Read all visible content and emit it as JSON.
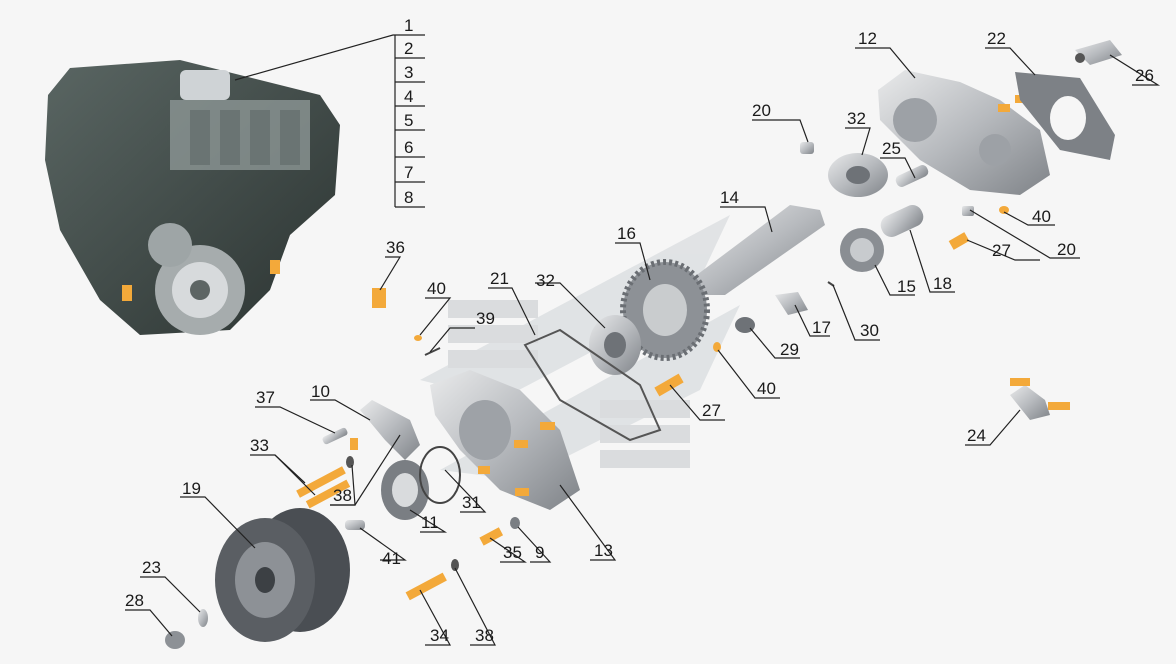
{
  "diagram": {
    "callouts": [
      {
        "id": "c1",
        "text": "1"
      },
      {
        "id": "c2",
        "text": "2"
      },
      {
        "id": "c3",
        "text": "3"
      },
      {
        "id": "c4",
        "text": "4"
      },
      {
        "id": "c5",
        "text": "5"
      },
      {
        "id": "c6",
        "text": "6"
      },
      {
        "id": "c7",
        "text": "7"
      },
      {
        "id": "c8",
        "text": "8"
      },
      {
        "id": "c9",
        "text": "9"
      },
      {
        "id": "c10",
        "text": "10"
      },
      {
        "id": "c11",
        "text": "11"
      },
      {
        "id": "c12",
        "text": "12"
      },
      {
        "id": "c13",
        "text": "13"
      },
      {
        "id": "c14",
        "text": "14"
      },
      {
        "id": "c15",
        "text": "15"
      },
      {
        "id": "c16",
        "text": "16"
      },
      {
        "id": "c17",
        "text": "17"
      },
      {
        "id": "c18",
        "text": "18"
      },
      {
        "id": "c19",
        "text": "19"
      },
      {
        "id": "c20a",
        "text": "20"
      },
      {
        "id": "c20b",
        "text": "20"
      },
      {
        "id": "c21",
        "text": "21"
      },
      {
        "id": "c22",
        "text": "22"
      },
      {
        "id": "c23",
        "text": "23"
      },
      {
        "id": "c24",
        "text": "24"
      },
      {
        "id": "c25",
        "text": "25"
      },
      {
        "id": "c26",
        "text": "26"
      },
      {
        "id": "c27a",
        "text": "27"
      },
      {
        "id": "c27b",
        "text": "27"
      },
      {
        "id": "c28",
        "text": "28"
      },
      {
        "id": "c29",
        "text": "29"
      },
      {
        "id": "c30",
        "text": "30"
      },
      {
        "id": "c31",
        "text": "31"
      },
      {
        "id": "c32a",
        "text": "32"
      },
      {
        "id": "c32b",
        "text": "32"
      },
      {
        "id": "c33",
        "text": "33"
      },
      {
        "id": "c34",
        "text": "34"
      },
      {
        "id": "c35",
        "text": "35"
      },
      {
        "id": "c36",
        "text": "36"
      },
      {
        "id": "c37",
        "text": "37"
      },
      {
        "id": "c38a",
        "text": "38"
      },
      {
        "id": "c38b",
        "text": "38"
      },
      {
        "id": "c39",
        "text": "39"
      },
      {
        "id": "c40a",
        "text": "40"
      },
      {
        "id": "c40b",
        "text": "40"
      },
      {
        "id": "c40c",
        "text": "40"
      },
      {
        "id": "c41",
        "text": "41"
      }
    ],
    "colors": {
      "part_metal": "#b9bcc0",
      "part_dark": "#6e7277",
      "engine_dark": "#3f4a47",
      "fastener": "#f3a93a",
      "watermark": "#c9cccf",
      "leader": "#222222"
    }
  }
}
